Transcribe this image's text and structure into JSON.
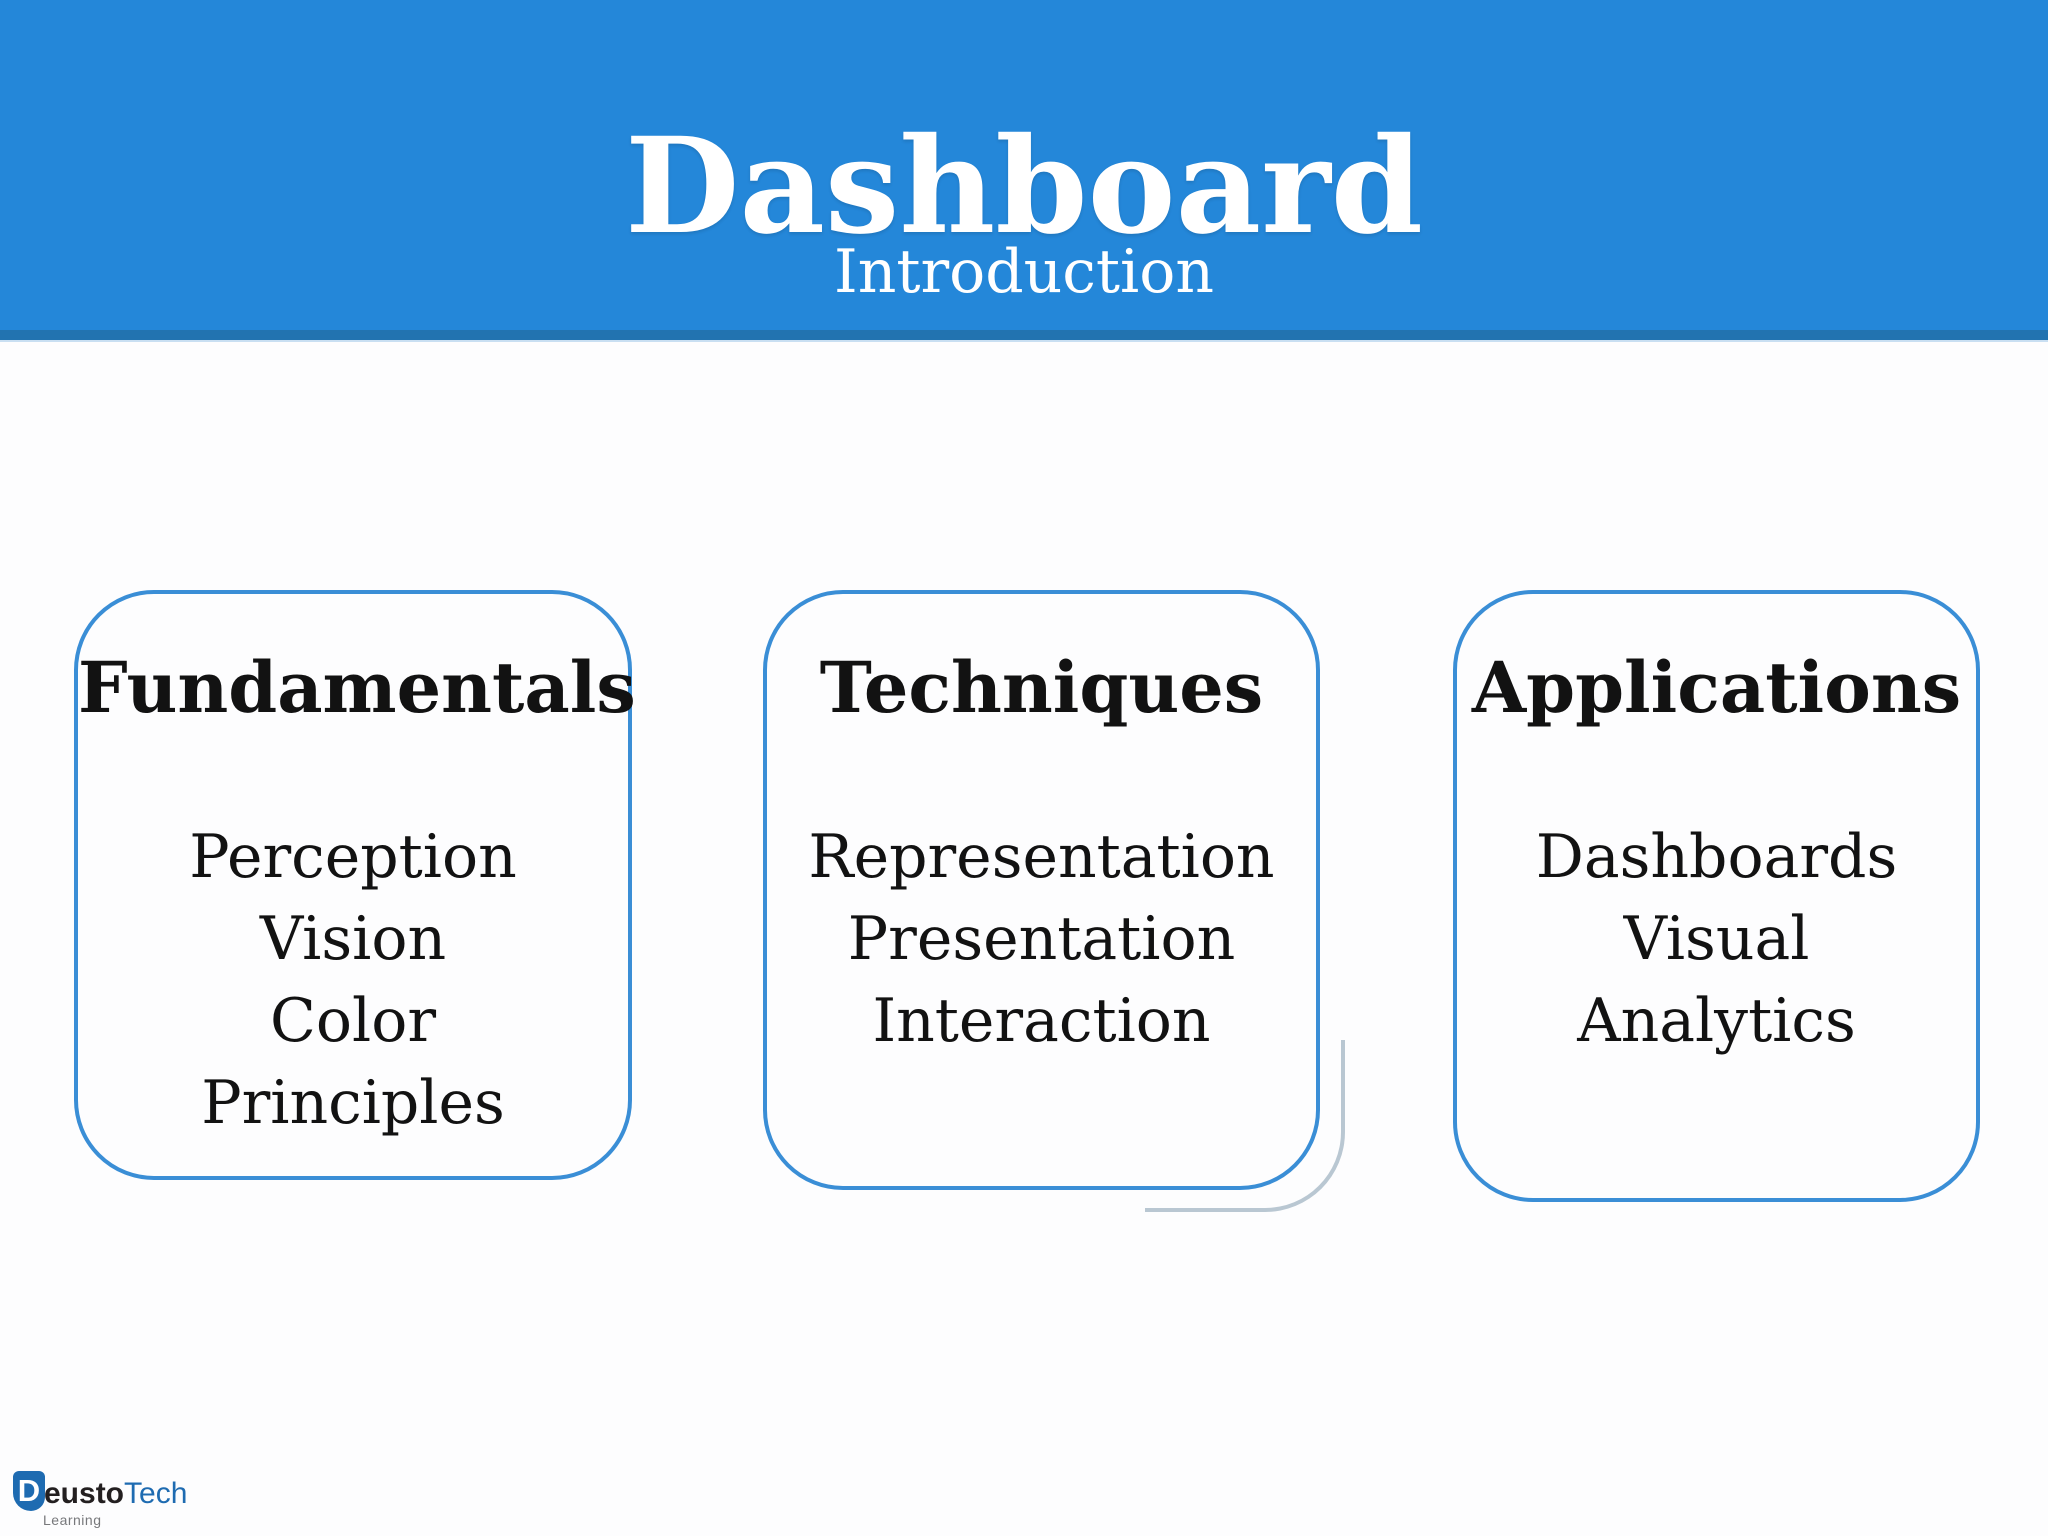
{
  "slide": {
    "header": {
      "title": "Dashboard",
      "subtitle": "Introduction"
    },
    "cards": [
      {
        "title": "Fundamentals",
        "items": [
          "Perception",
          "Vision",
          "Color",
          "Principles"
        ]
      },
      {
        "title": "Techniques",
        "items": [
          "Representation",
          "Presentation",
          "Interaction"
        ]
      },
      {
        "title": "Applications",
        "items": [
          "Dashboards",
          "Visual",
          "Analytics"
        ]
      }
    ],
    "logo": {
      "badge_letter": "D",
      "name_rest": "eusto",
      "name_accent": "Tech",
      "tagline": "Learning"
    },
    "colors": {
      "banner": "#2487d9",
      "banner_strip": "#2273b0",
      "banner_strip_edge": "#c9dff2",
      "card_border": "#3a8ed6",
      "ghost_border": "#b9c7d2",
      "ink": "#121212",
      "background": "#fdfdfe",
      "logo_blue": "#1e6bb1",
      "logo_dark": "#231f20",
      "logo_gray": "#77787b",
      "title_color": "#ffffff"
    }
  }
}
